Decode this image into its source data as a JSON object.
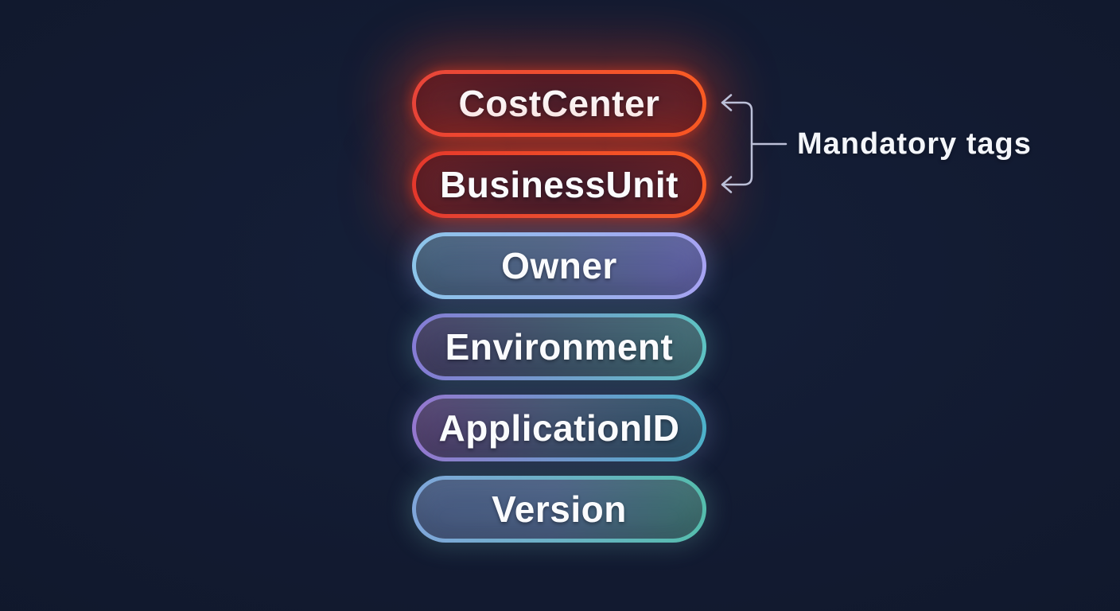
{
  "background_color": "#121a30",
  "tags": [
    {
      "label": "CostCenter",
      "mandatory": true,
      "border_from": "#e8453a",
      "border_to": "#f95c24",
      "fill_from": "#421c2b",
      "fill_mid": "#6e2429",
      "fill_to": "#b02f25",
      "glow": "rgba(249,62,27,0.40)"
    },
    {
      "label": "BusinessUnit",
      "mandatory": true,
      "border_from": "#e5382c",
      "border_to": "#f95c24",
      "fill_from": "#421c2b",
      "fill_mid": "#6e2429",
      "fill_to": "#b02f25",
      "glow": "rgba(249,62,27,0.40)"
    },
    {
      "label": "Owner",
      "mandatory": false,
      "border_from": "#8cc5ea",
      "border_to": "#a7a3f2",
      "fill_from": "#45607b",
      "fill_mid": "#4f6183",
      "fill_to": "#5e5ea2",
      "glow": "rgba(150,170,235,0.25)"
    },
    {
      "label": "Environment",
      "mandatory": false,
      "border_from": "#867bd5",
      "border_to": "#5ec2c2",
      "fill_from": "#433c62",
      "fill_mid": "#3e5268",
      "fill_to": "#406a72",
      "glow": "rgba(120,190,195,0.22)"
    },
    {
      "label": "ApplicationID",
      "mandatory": false,
      "border_from": "#9577cf",
      "border_to": "#4db1c9",
      "fill_from": "#533f6e",
      "fill_mid": "#41516e",
      "fill_to": "#2e5065",
      "glow": "rgba(140,160,215,0.22)"
    },
    {
      "label": "Version",
      "mandatory": false,
      "border_from": "#80a6db",
      "border_to": "#55bdad",
      "fill_from": "#475a80",
      "fill_mid": "#4a5f82",
      "fill_to": "#3b6e6c",
      "glow": "rgba(120,190,185,0.22)"
    }
  ],
  "annotation": {
    "label": "Mandatory tags",
    "bracket_color": "#bcc0d8",
    "targets": [
      "CostCenter",
      "BusinessUnit"
    ]
  }
}
